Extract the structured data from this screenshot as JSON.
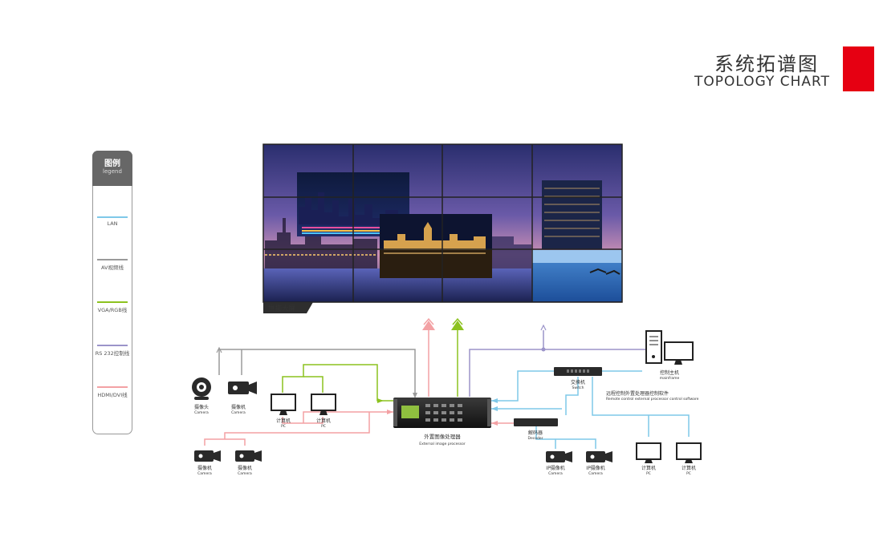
{
  "header": {
    "title_cn": "系统拓谱图",
    "title_en": "TOPOLOGY CHART",
    "accent": "#e60012"
  },
  "legend": {
    "title": "图例",
    "subtitle": "legend",
    "items": [
      {
        "label": "LAN",
        "color": "#7ec8e8"
      },
      {
        "label": "AV视频线",
        "color": "#9a9a9a"
      },
      {
        "label": "VGA/RGB线",
        "color": "#8cc21f"
      },
      {
        "label": "RS 232控制线",
        "color": "#9b94c9"
      },
      {
        "label": "HDMI/DVI线",
        "color": "#f3a1a4"
      }
    ]
  },
  "video_wall": {
    "label": "拼接大屏"
  },
  "devices": {
    "webcam": {
      "cn": "摄像头",
      "en": "Camera"
    },
    "camera_top": {
      "cn": "摄像机",
      "en": "Camera"
    },
    "pc_left1": {
      "cn": "计算机",
      "en": "PC"
    },
    "pc_left2": {
      "cn": "计算机",
      "en": "PC"
    },
    "camera_bottom1": {
      "cn": "摄像机",
      "en": "Camera"
    },
    "camera_bottom2": {
      "cn": "摄像机",
      "en": "Camera"
    },
    "processor": {
      "cn": "外置图像处理器",
      "en": "External image processor"
    },
    "decoder": {
      "cn": "解码器",
      "en": "Decoder"
    },
    "switch": {
      "cn": "交换机",
      "en": "Switch"
    },
    "mainframe": {
      "cn": "控制主机",
      "en": "mainframe"
    },
    "software": {
      "cn": "远程控制外置处理器控制软件",
      "en": "Remote control external processor control software"
    },
    "ipcam1": {
      "cn": "IP摄像机",
      "en": "Camera"
    },
    "ipcam2": {
      "cn": "IP摄像机",
      "en": "Camera"
    },
    "pc_right1": {
      "cn": "计算机",
      "en": "PC"
    },
    "pc_right2": {
      "cn": "计算机",
      "en": "PC"
    }
  }
}
